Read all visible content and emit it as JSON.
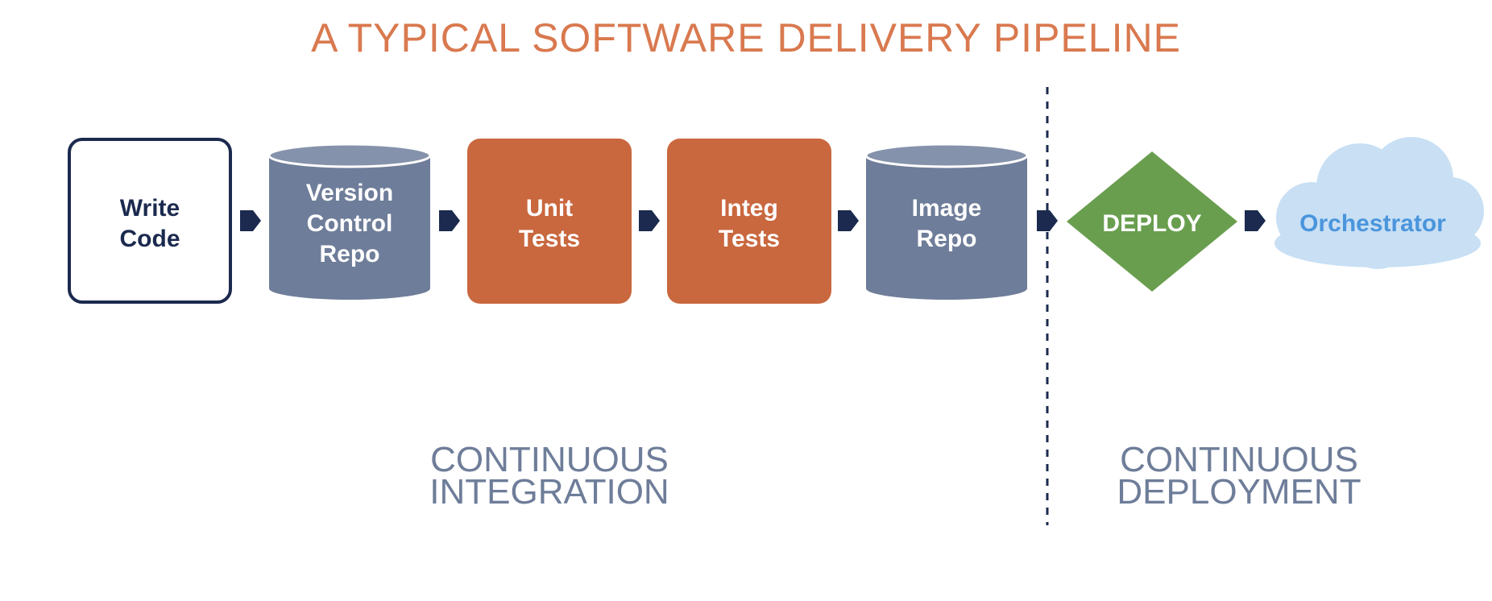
{
  "title": "A TYPICAL SOFTWARE DELIVERY PIPELINE",
  "nodes": {
    "write_code": [
      "Write",
      "Code"
    ],
    "version_control": [
      "Version",
      "Control",
      "Repo"
    ],
    "unit_tests": [
      "Unit",
      "Tests"
    ],
    "integ_tests": [
      "Integ",
      "Tests"
    ],
    "image_repo": [
      "Image",
      "Repo"
    ],
    "deploy": [
      "DEPLOY"
    ],
    "orchestrator": [
      "Orchestrator"
    ]
  },
  "sections": {
    "ci": [
      "CONTINUOUS",
      "INTEGRATION"
    ],
    "cd": [
      "CONTINUOUS",
      "DEPLOYMENT"
    ]
  },
  "colors": {
    "title": "#d9794f",
    "navy": "#1b2a4e",
    "slate": "#6e7d99",
    "slate_top": "#8592ab",
    "orange": "#c9673e",
    "green": "#6a9e4f",
    "cloud": "#c8dff4",
    "cloud_text": "#4a95dc",
    "section_text": "#6e7d99",
    "divider": "#1b2a4e"
  }
}
